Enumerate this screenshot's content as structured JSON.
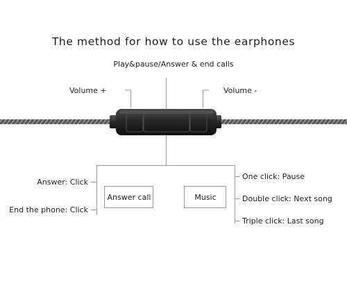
{
  "diagram": {
    "title": "The method for how to use the earphones",
    "subtitle": "Play&pause/Answer & end calls",
    "labels": {
      "volume_up": "Volume +",
      "volume_down": "Volume -",
      "answer_click": "Answer: Click",
      "end_phone_click": "End the phone: Click",
      "one_click": "One click: Pause",
      "double_click": "Double click: Next song",
      "triple_click": "Triple click: Last song"
    },
    "boxes": {
      "answer_call": "Answer call",
      "music": "Music"
    }
  }
}
